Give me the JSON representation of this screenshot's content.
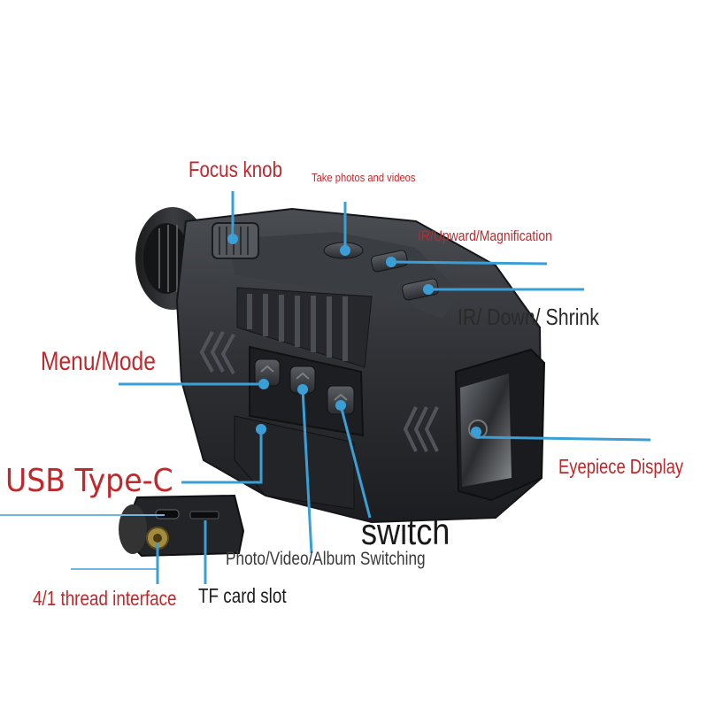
{
  "colors": {
    "label_red": "#c0282c",
    "label_dark": "#1e1e1e",
    "leader_blue": "#3a9fd6",
    "body_dark": "#2b2d30",
    "body_mid": "#3c3f43"
  },
  "labels": {
    "focus_knob": "Focus knob",
    "take_photos": "Take photos and videos",
    "ir_up": "IR/Upward/Magnification",
    "ir_down": "IR/ Down/ Shrink",
    "menu_mode": "Menu/Mode",
    "usb_type_c": "USB Type-C",
    "eyepiece_display": "Eyepiece Display",
    "switch": "switch",
    "photo_video_album": "Photo/Video/Album Switching",
    "thread_interface": "4/1 thread interface",
    "tf_card_slot": "TF card slot"
  }
}
